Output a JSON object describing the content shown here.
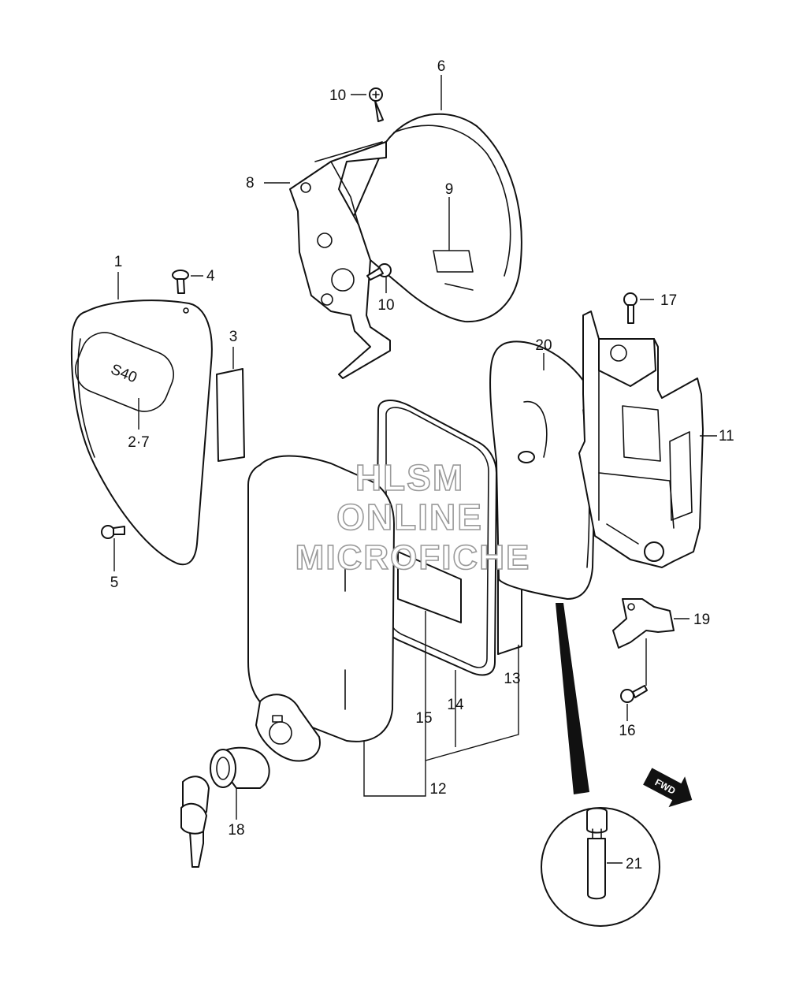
{
  "watermark": {
    "line1": "HLSM",
    "line2": "ONLINE",
    "line3": "MICROFICHE"
  },
  "emblem_text": "S40",
  "direction_arrow": "FWD",
  "callouts": {
    "c1": "1",
    "c2_7": "2·7",
    "c3": "3",
    "c4": "4",
    "c5": "5",
    "c6": "6",
    "c8": "8",
    "c9": "9",
    "c10a": "10",
    "c10b": "10",
    "c11": "11",
    "c12": "12",
    "c13": "13",
    "c14": "14",
    "c15": "15",
    "c16": "16",
    "c17": "17",
    "c18": "18",
    "c19": "19",
    "c20": "20",
    "c21": "21"
  }
}
